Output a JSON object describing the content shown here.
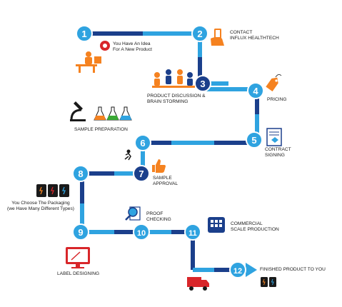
{
  "steps": [
    {
      "number": "1",
      "label_line1": "You Have An Idea",
      "label_line2": "For A New Product",
      "icon": "person-at-desk-with-idea-icon"
    },
    {
      "number": "2",
      "label_line1": "CONTACT",
      "label_line2": "INFLUX HEALTHTECH",
      "icon": "hand-holding-phone-icon"
    },
    {
      "number": "3",
      "label_line1": "PRODUCT DISCUSSION &",
      "label_line2": "BRAIN STORMING",
      "icon": "meeting-people-icon"
    },
    {
      "number": "4",
      "label_line1": "PRICING",
      "label_line2": "",
      "icon": "price-tag-icon"
    },
    {
      "number": "5",
      "label_line1": "CONTRACT",
      "label_line2": "SIGNING",
      "icon": "contract-handshake-icon"
    },
    {
      "number": "6",
      "label_line1": "SAMPLE PREPARATION",
      "label_line2": "",
      "icon": "lab-microscope-flasks-icon"
    },
    {
      "number": "7",
      "label_line1": "SAMPLE",
      "label_line2": "APPROVAL",
      "icon": "thumbs-up-icon"
    },
    {
      "number": "8",
      "label_line1": "You Choose The Packaging",
      "label_line2": "(we Have Many Different Types)",
      "icon": "packaging-jars-icon"
    },
    {
      "number": "9",
      "label_line1": "LABEL DESIGNING",
      "label_line2": "",
      "icon": "monitor-pen-icon"
    },
    {
      "number": "10",
      "label_line1": "PROOF",
      "label_line2": "CHECKING",
      "icon": "magnifier-document-icon"
    },
    {
      "number": "11",
      "label_line1": "COMMERCIAL",
      "label_line2": "SCALE PRODUCTION",
      "icon": "factory-building-icon"
    },
    {
      "number": "12",
      "label_line1": "FINISHED PRODUCT TO YOU",
      "label_line2": "",
      "icon": "delivery-truck-icon"
    }
  ],
  "colors": {
    "node_light": "#2fa3e0",
    "node_dark": "#1b3f8b",
    "path_light": "#2fa3e0",
    "path_dark": "#1b3f8b",
    "icon_orange": "#f58220",
    "icon_red": "#d8262a",
    "icon_green": "#3aa935",
    "icon_navy": "#1b3f8b"
  }
}
